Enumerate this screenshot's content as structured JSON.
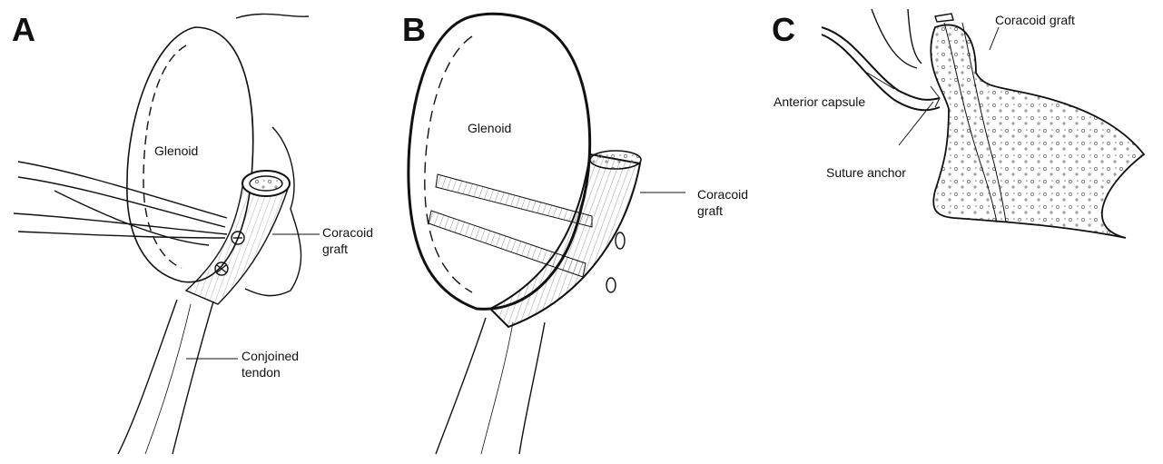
{
  "panels": {
    "a": {
      "letter": "A",
      "labels": {
        "glenoid": "Glenoid",
        "coracoid_line1": "Coracoid",
        "coracoid_line2": "graft",
        "tendon_line1": "Conjoined",
        "tendon_line2": "tendon"
      }
    },
    "b": {
      "letter": "B",
      "labels": {
        "glenoid": "Glenoid",
        "coracoid_line1": "Coracoid",
        "coracoid_line2": "graft"
      }
    },
    "c": {
      "letter": "C",
      "labels": {
        "coracoid": "Coracoid graft",
        "capsule": "Anterior capsule",
        "anchor": "Suture anchor"
      }
    }
  },
  "colors": {
    "ink": "#111111",
    "background": "#ffffff"
  }
}
